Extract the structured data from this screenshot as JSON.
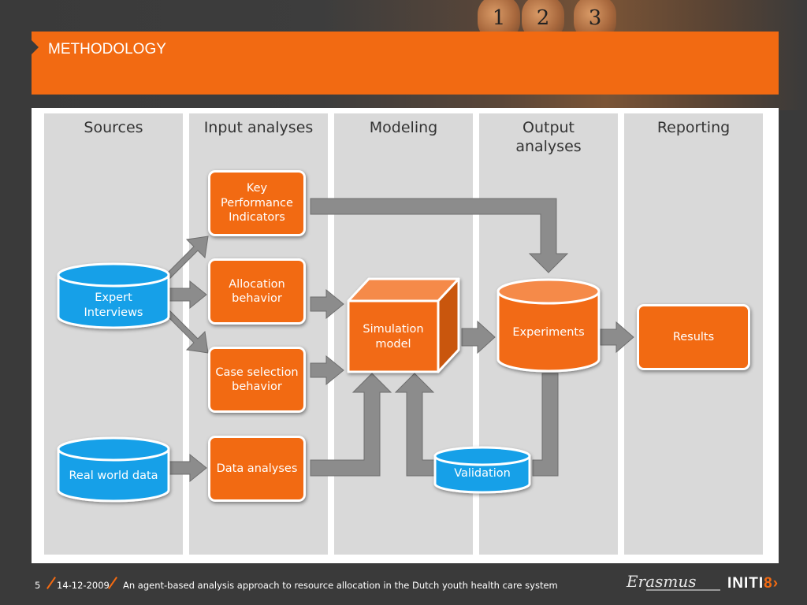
{
  "slide": {
    "title": "METHODOLOGY",
    "banner_digits": [
      "1",
      "2",
      "3"
    ]
  },
  "lanes": [
    {
      "title": "Sources"
    },
    {
      "title": "Input analyses"
    },
    {
      "title": "Modeling"
    },
    {
      "title": "Output\nanalyses"
    },
    {
      "title": "Reporting"
    }
  ],
  "nodes": {
    "expert_interviews": "Expert\nInterviews",
    "real_world_data": "Real world data",
    "kpi": "Key\nPerformance\nIndicators",
    "allocation_behavior": "Allocation\nbehavior",
    "case_selection_behavior": "Case selection\nbehavior",
    "data_analyses": "Data analyses",
    "simulation_model": "Simulation\nmodel",
    "experiments": "Experiments",
    "validation": "Validation",
    "results": "Results"
  },
  "colors": {
    "accent": "#f26a12",
    "source_blue": "#12a0e8",
    "arrow_gray": "#8c8c8c",
    "lane_gray": "#d9d9d9",
    "background": "#3a3a3a"
  },
  "footer": {
    "page_number": "5",
    "date": "14-12-2009",
    "caption": "An agent-based analysis approach to resource allocation in the Dutch youth health care system",
    "logo_left": "Erasmus",
    "logo_right_text": "INITI",
    "logo_right_digit": "8"
  }
}
